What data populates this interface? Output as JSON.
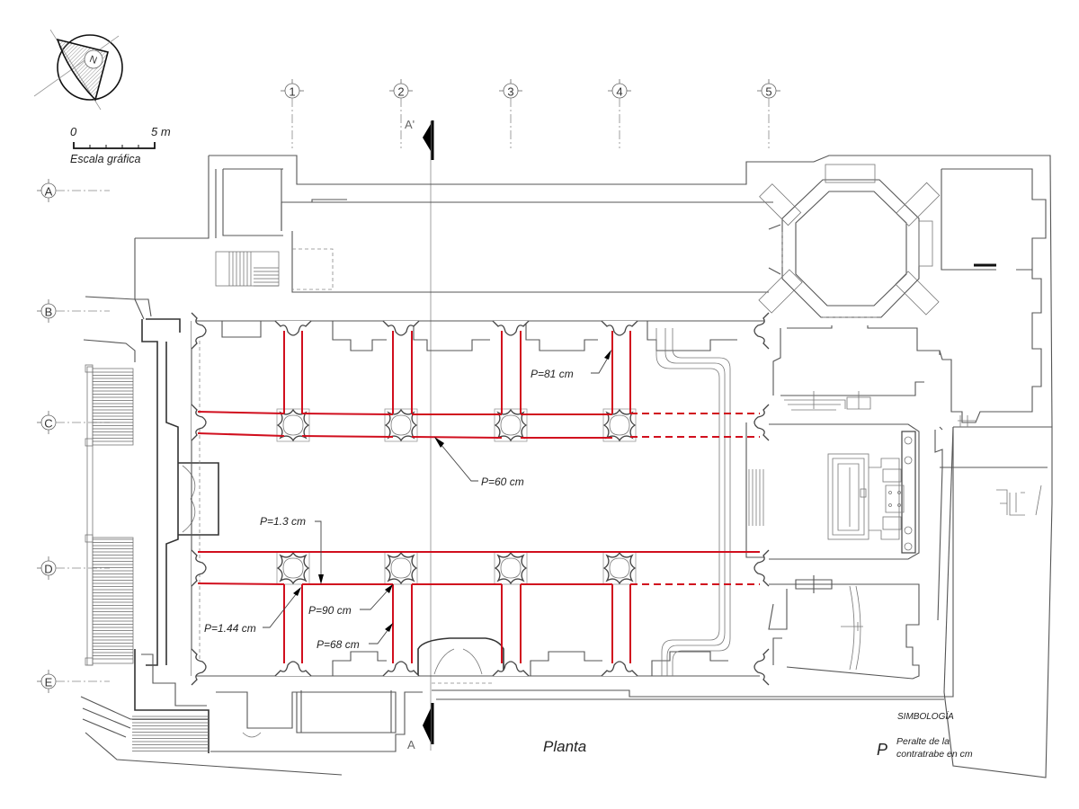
{
  "title": "Planta",
  "north_arrow": {
    "icon": "north-arrow-icon",
    "letter": "N"
  },
  "scale_bar": {
    "start": "0",
    "end": "5 m",
    "caption": "Escala gráfica"
  },
  "grid_columns": [
    "1",
    "2",
    "3",
    "4",
    "5"
  ],
  "grid_rows": [
    "A",
    "B",
    "C",
    "D",
    "E"
  ],
  "section_marks": {
    "top": "A'",
    "bottom": "A"
  },
  "annotations": [
    {
      "id": "p81",
      "text": "P=81 cm"
    },
    {
      "id": "p60",
      "text": "P=60 cm"
    },
    {
      "id": "p13",
      "text": "P=1.3 cm"
    },
    {
      "id": "p90",
      "text": "P=90 cm"
    },
    {
      "id": "p144",
      "text": "P=1.44 cm"
    },
    {
      "id": "p68",
      "text": "P=68 cm"
    }
  ],
  "legend": {
    "title": "SIMBOLOGÍA",
    "symbol": "P",
    "line1": "Peralte de la",
    "line2": "contratrabe en cm"
  },
  "colors": {
    "beam": "#d10f1e",
    "linework": "#555555"
  }
}
